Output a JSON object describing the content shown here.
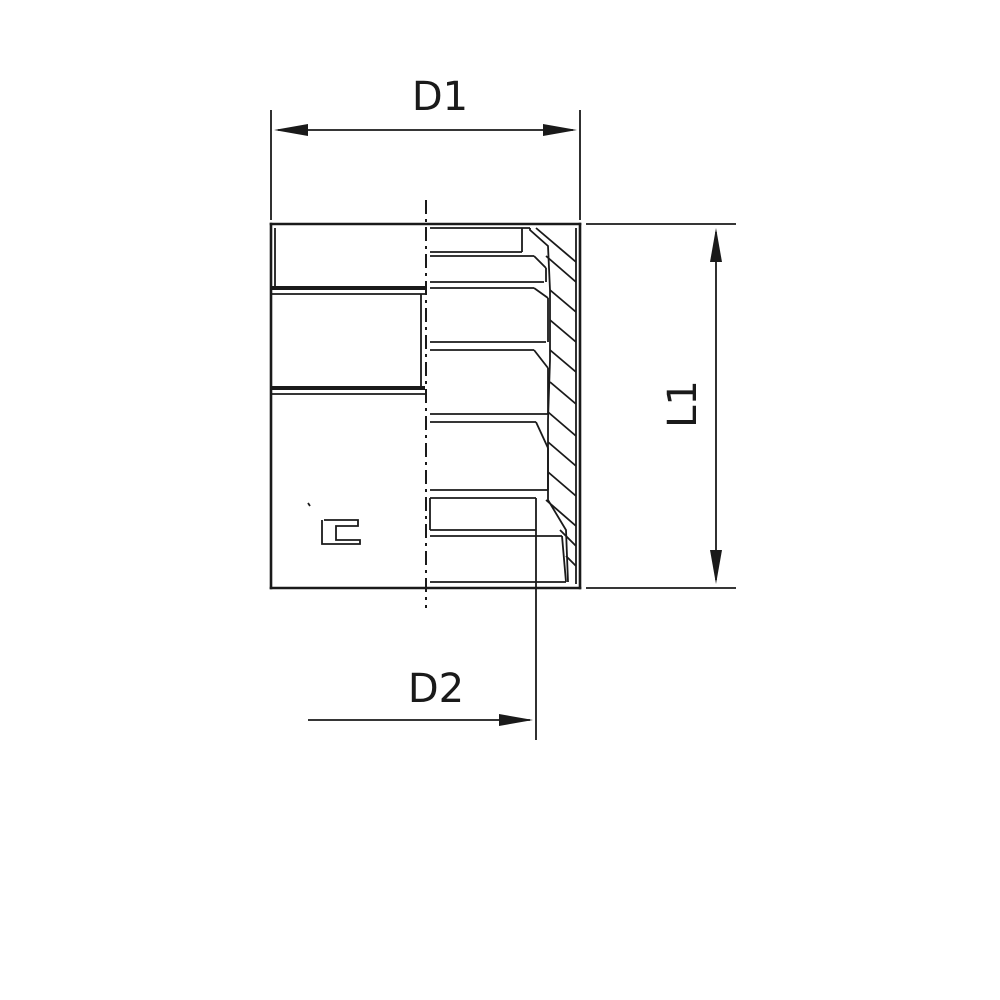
{
  "labels": {
    "d1": "D1",
    "d2": "D2",
    "l1": "L1"
  },
  "colors": {
    "line": "#1a1a1a",
    "background": "#ffffff"
  }
}
